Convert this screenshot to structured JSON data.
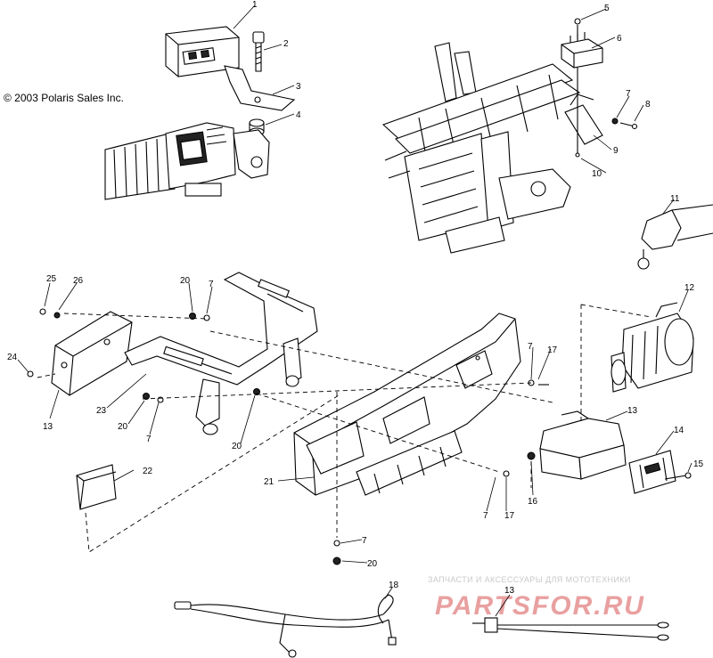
{
  "copyright": "© 2003 Polaris Sales Inc.",
  "watermark": {
    "tagline": "ЗАПЧАСТИ И АКСЕССУАРЫ ДЛЯ МОТОТЕХНИКИ",
    "logo": "PARTSFOR.RU",
    "color": "#e9a0a0"
  },
  "callouts": {
    "c1": "1",
    "c2": "2",
    "c3": "3",
    "c4": "4",
    "c5": "5",
    "c6": "6",
    "c7a": "7",
    "c7b": "7",
    "c7c": "7",
    "c7d": "7",
    "c7e": "7",
    "c7f": "7",
    "c8": "8",
    "c9": "9",
    "c10": "10",
    "c11": "11",
    "c12": "12",
    "c13a": "13",
    "c13b": "13",
    "c13c": "13",
    "c14": "14",
    "c15": "15",
    "c16": "16",
    "c17a": "17",
    "c17b": "17",
    "c18": "18",
    "c20a": "20",
    "c20b": "20",
    "c20c": "20",
    "c20d": "20",
    "c21": "21",
    "c22": "22",
    "c23": "23",
    "c24": "24",
    "c25": "25",
    "c26": "26"
  }
}
